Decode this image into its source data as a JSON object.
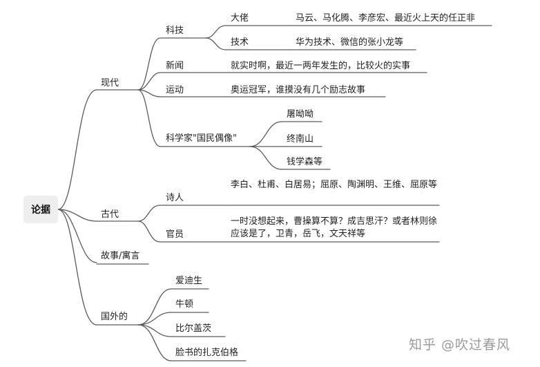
{
  "root": "论据",
  "branches": {
    "modern": {
      "label": "现代",
      "tech": {
        "label": "科技",
        "bigshots": {
          "label": "大佬",
          "detail": "马云、马化腾、李彦宏、最近火上天的任正非"
        },
        "technology": {
          "label": "技术",
          "detail": "华为技术、微信的张小龙等"
        }
      },
      "news": {
        "label": "新闻",
        "detail": "就实时啊，最近一两年发生的，比较火的实事"
      },
      "sports": {
        "label": "运动",
        "detail": "奥运冠军，谁摸没有几个励志故事"
      },
      "scientists": {
        "label": "科学家\"国民偶像\"",
        "items": [
          "屠呦呦",
          "终南山",
          "钱学森等"
        ]
      }
    },
    "ancient": {
      "label": "古代",
      "poets": {
        "label": "诗人",
        "detail": "李白、杜甫、白居易；屈原、陶渊明、王维、屈原等"
      },
      "officials": {
        "label": "官员",
        "detail": "一时没想起来，曹操算不算？成吉思汗？或者林则徐应该是了，卫青，岳飞，文天祥等"
      }
    },
    "stories": {
      "label": "故事/寓言"
    },
    "foreign": {
      "label": "国外的",
      "items": [
        "爱迪生",
        "牛顿",
        "比尔盖茨",
        "脸书的扎克伯格"
      ]
    }
  },
  "watermark": "知乎 @吹过春风",
  "colors": {
    "line": "#5a5a5a",
    "root_bg": "#eeeeee",
    "watermark": "#9a9a9a"
  }
}
